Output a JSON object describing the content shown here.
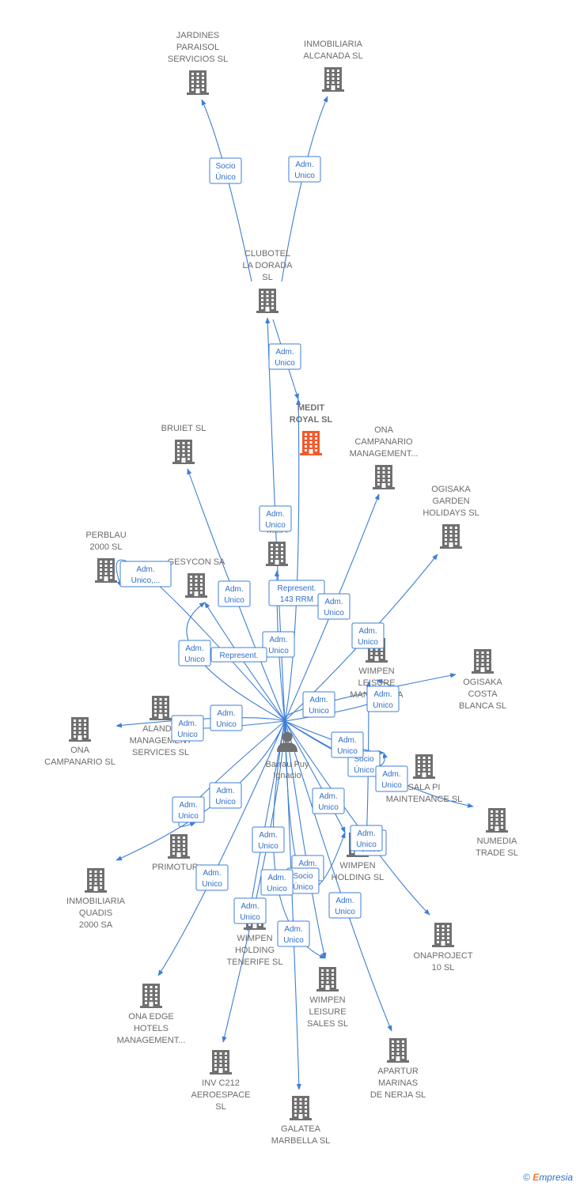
{
  "colors": {
    "edge": "#3d7fd6",
    "building": "#707070",
    "focus_building": "#f25a2c",
    "label": "#6b6b6b"
  },
  "footer": {
    "copyright": "©",
    "brand_initial": "E",
    "brand_rest": "mpresia"
  },
  "person": {
    "id": "p",
    "lines": [
      "Barrau Puy",
      "Ignacio"
    ],
    "icon": "person-icon"
  },
  "nodes": [
    {
      "id": "jardines",
      "lines": [
        "JARDINES",
        "PARAISOL",
        "SERVICIOS  SL"
      ]
    },
    {
      "id": "alcanada",
      "lines": [
        "INMOBILIARIA",
        "ALCANADA SL"
      ]
    },
    {
      "id": "clubotel",
      "lines": [
        "CLUBOTEL",
        "LA DORADA",
        "SL"
      ]
    },
    {
      "id": "medit",
      "lines": [
        "MEDIT",
        "ROYAL  SL"
      ],
      "focus": true
    },
    {
      "id": "bruiet",
      "lines": [
        "BRUIET SL"
      ]
    },
    {
      "id": "ona_camp_mgmt",
      "lines": [
        "ONA",
        "CAMPANARIO",
        "MANAGEMENT..."
      ]
    },
    {
      "id": "ogisaka_garden",
      "lines": [
        "OGISAKA",
        "GARDEN",
        "HOLIDAYS  SL"
      ]
    },
    {
      "id": "salou",
      "lines": [
        "SALOU",
        "M...A"
      ]
    },
    {
      "id": "perblau",
      "lines": [
        "PERBLAU",
        "2000  SL"
      ]
    },
    {
      "id": "gesycon",
      "lines": [
        "GESYCON SA"
      ]
    },
    {
      "id": "wimpen_leisure_mgmt",
      "lines": [
        "WIMPEN",
        "LEISURE",
        "MANAG...   SA"
      ]
    },
    {
      "id": "ogisaka_costa",
      "lines": [
        "OGISAKA",
        "COSTA",
        "BLANCA  SL"
      ]
    },
    {
      "id": "alanda",
      "lines": [
        "ALAND...",
        "MANAGEMENT",
        "SERVICES SL"
      ]
    },
    {
      "id": "ona_campanario",
      "lines": [
        "ONA",
        "CAMPANARIO SL"
      ]
    },
    {
      "id": "sala_pi",
      "lines": [
        "SALA PI",
        "MAINTENANCE SL"
      ]
    },
    {
      "id": "numedia",
      "lines": [
        "NUMEDIA",
        "TRADE  SL"
      ]
    },
    {
      "id": "primotur",
      "lines": [
        "PRIMOTUR..."
      ]
    },
    {
      "id": "wimpen_holding",
      "lines": [
        "WIMPEN",
        "HOLDING  SL"
      ]
    },
    {
      "id": "quadis",
      "lines": [
        "INMOBILIARIA",
        "QUADIS",
        "2000 SA"
      ]
    },
    {
      "id": "onaproject",
      "lines": [
        "ONAPROJECT",
        "10 SL"
      ]
    },
    {
      "id": "wimpen_tenerife",
      "lines": [
        "WIMPEN",
        "HOLDING",
        "TENERIFE  SL"
      ]
    },
    {
      "id": "ona_edge",
      "lines": [
        "ONA EDGE",
        "HOTELS",
        "MANAGEMENT..."
      ]
    },
    {
      "id": "wimpen_sales",
      "lines": [
        "WIMPEN",
        "LEISURE",
        "SALES  SL"
      ]
    },
    {
      "id": "apartur",
      "lines": [
        "APARTUR",
        "MARINAS",
        "DE NERJA SL"
      ]
    },
    {
      "id": "inv_c212",
      "lines": [
        "INV C212",
        "AEROESPACE",
        "SL"
      ]
    },
    {
      "id": "galatea",
      "lines": [
        "GALATEA",
        "MARBELLA SL"
      ]
    }
  ],
  "edges": [
    {
      "from": "clubotel",
      "to": "jardines",
      "label": [
        "Socio",
        "Único"
      ]
    },
    {
      "from": "clubotel",
      "to": "alcanada",
      "label": [
        "Adm.",
        "Unico"
      ]
    },
    {
      "from": "clubotel",
      "to": "medit",
      "label": [
        "Adm.",
        "Unico"
      ]
    },
    {
      "from": "p",
      "to": "clubotel",
      "label": [
        "Adm.",
        "Unico"
      ]
    },
    {
      "from": "p",
      "to": "medit",
      "label": [
        "Represent.",
        "143 RRM"
      ]
    },
    {
      "from": "p",
      "to": "bruiet",
      "label": [
        "Adm.",
        "Unico"
      ]
    },
    {
      "from": "p",
      "to": "ona_camp_mgmt",
      "label": [
        "Adm.",
        "Unico"
      ]
    },
    {
      "from": "p",
      "to": "ogisaka_garden",
      "label": [
        "Adm.",
        "Unico"
      ]
    },
    {
      "from": "p",
      "to": "salou",
      "label": [
        "Adm.",
        "Unico"
      ]
    },
    {
      "from": "p",
      "to": "perblau",
      "label": [
        "Adm.",
        "Unico,..."
      ]
    },
    {
      "from": "p",
      "to": "gesycon",
      "label": [
        "Represent."
      ]
    },
    {
      "from": "p",
      "to": "gesycon",
      "label": [
        "Adm.",
        "Unico"
      ]
    },
    {
      "from": "p",
      "to": "wimpen_leisure_mgmt",
      "label": [
        "Adm.",
        "Unico"
      ]
    },
    {
      "from": "p",
      "to": "ogisaka_costa",
      "label": [
        "Adm.",
        "Unico"
      ]
    },
    {
      "from": "p",
      "to": "alanda",
      "label": [
        "Adm.",
        "Unico"
      ]
    },
    {
      "from": "p",
      "to": "ona_campanario",
      "label": [
        "Adm.",
        "Unico"
      ]
    },
    {
      "from": "p",
      "to": "sala_pi",
      "label": [
        "Socio",
        "Único"
      ]
    },
    {
      "from": "p",
      "to": "numedia",
      "label": [
        "Adm.",
        "Unico"
      ]
    },
    {
      "from": "p",
      "to": "wimpen_holding",
      "label": [
        "Adm.",
        "Unico"
      ]
    },
    {
      "from": "p",
      "to": "primotur",
      "label": [
        "Adm.",
        "Unico"
      ]
    },
    {
      "from": "p",
      "to": "quadis",
      "label": [
        "Adm.",
        "Unico"
      ]
    },
    {
      "from": "p",
      "to": "onaproject",
      "label": [
        "Adm.",
        "Unico"
      ]
    },
    {
      "from": "p",
      "to": "wimpen_tenerife",
      "label": [
        "Adm.",
        "Unico"
      ]
    },
    {
      "from": "p",
      "to": "ona_edge",
      "label": [
        "Adm.",
        "Unico"
      ]
    },
    {
      "from": "p",
      "to": "wimpen_sales",
      "label": [
        "Adm.",
        "Unico"
      ]
    },
    {
      "from": "p",
      "to": "apartur",
      "label": [
        "Adm.",
        "Unico"
      ]
    },
    {
      "from": "p",
      "to": "inv_c212",
      "label": [
        "Adm.",
        "Unico"
      ]
    },
    {
      "from": "p",
      "to": "galatea",
      "label": [
        "Adm.",
        "Unico"
      ]
    },
    {
      "from": "p",
      "to": "wimpen_holding",
      "label": [
        "Socio",
        "Único"
      ]
    },
    {
      "from": "p",
      "to": "wimpen_sales",
      "label": [
        "Adm.",
        "Unico"
      ]
    },
    {
      "from": "p",
      "to": "sala_pi",
      "label": [
        "Adm.",
        "Unico"
      ]
    },
    {
      "from": "wimpen_holding",
      "to": "wimpen_leisure_mgmt",
      "label": [
        "Adm.",
        "Unico"
      ]
    }
  ]
}
